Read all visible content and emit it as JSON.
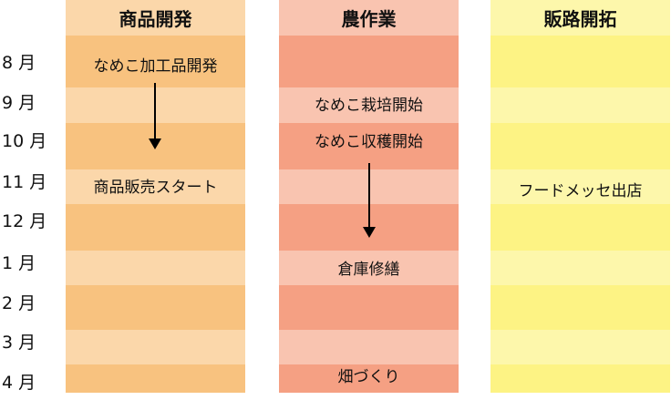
{
  "months": [
    "8 月",
    "9 月",
    "10 月",
    "11 月",
    "12 月",
    "1 月",
    "2 月",
    "3 月",
    "4 月"
  ],
  "columns": [
    {
      "title": "商品開発",
      "dark": "#F8C27F",
      "light": "#FBD7AA",
      "items": [
        {
          "row": 0,
          "text": "なめこ加工品開発"
        },
        {
          "row": 3,
          "text": "商品販売スタート"
        }
      ]
    },
    {
      "title": "農作業",
      "dark": "#F5A083",
      "light": "#F9C4B0",
      "items": [
        {
          "row": 1,
          "text": "なめこ栽培開始"
        },
        {
          "row": 2,
          "text": "なめこ収穫開始"
        },
        {
          "row": 5,
          "text": "倉庫修繕"
        },
        {
          "row": 8,
          "text": "畑づくり"
        }
      ]
    },
    {
      "title": "販路開拓",
      "dark": "#FDF384",
      "light": "#FDF7AB",
      "items": [
        {
          "row": 3,
          "text": "フードメッセ出店"
        }
      ]
    }
  ]
}
